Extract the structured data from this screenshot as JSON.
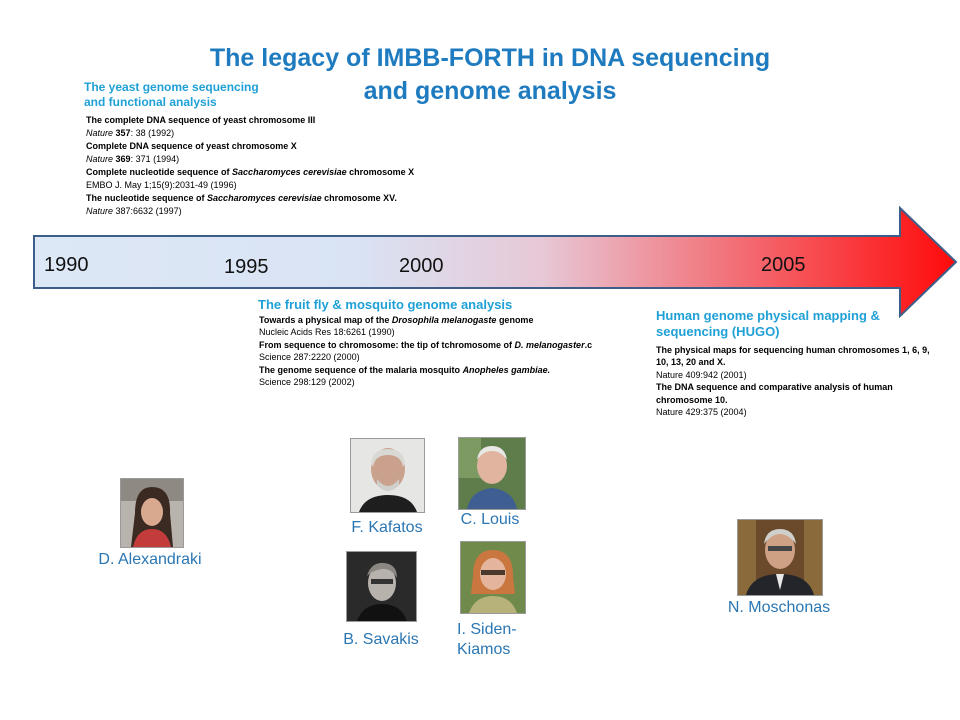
{
  "title": {
    "line1": "The legacy of IMBB-FORTH in DNA sequencing",
    "line2": "and genome analysis"
  },
  "timeline": {
    "years": [
      "1990",
      "1995",
      "2000",
      "2005"
    ],
    "gradient_start": "#dde8f6",
    "gradient_end": "#ff0a0a"
  },
  "yeast": {
    "heading_line1": "The yeast genome sequencing",
    "heading_line2": "and functional analysis",
    "refs": {
      "r1_title": "The complete DNA sequence of yeast chromosome III",
      "r1_journal": "Nature",
      "r1_vol": "357",
      "r1_pages": ": 38 (1992)",
      "r2_title": "Complete DNA sequence of yeast chromosome X",
      "r2_journal": "Nature",
      "r2_vol": "369",
      "r2_pages": ": 371 (1994)",
      "r3_title_a": "Complete nucleotide sequence of",
      "r3_species": "Saccharomyces cerevisiae",
      "r3_title_b": "chromosome X",
      "r3_cite": "EMBO J. May 1;15(9):2031-49 (1996)",
      "r4_title_a": "The nucleotide sequence of",
      "r4_species": "Saccharomyces cerevisiae",
      "r4_title_b": "chromosome XV.",
      "r4_journal": "Nature",
      "r4_cite": "387:6632 (1997)"
    }
  },
  "fly": {
    "heading": "The fruit fly & mosquito genome analysis",
    "refs": {
      "r1_title_a": "Towards a physical map of the",
      "r1_species": "Drosophila melanogaste",
      "r1_title_b": "genome",
      "r1_cite": "Nucleic Acids Res 18:6261 (1990)",
      "r2_title_a": "From sequence to chromosome: the tip of tchromosome of",
      "r2_species": "D.    melanogaster",
      "r2_title_b": ".c",
      "r2_cite": "Science 287:2220 (2000)",
      "r3_title_a": "The genome sequence of the malaria mosquito",
      "r3_species": "Anopheles gambiae.",
      "r3_cite": "Science 298:129 (2002)"
    }
  },
  "human": {
    "heading_line1": "Human genome physical mapping &",
    "heading_line2": "sequencing (HUGO)",
    "refs": {
      "r1_line1": "The physical maps for sequencing human chromosomes 1, 6, 9,",
      "r1_line2": "10, 13, 20 and X.",
      "r1_cite": "Nature 409:942 (2001)",
      "r2_line1": "The DNA sequence and comparative analysis of human",
      "r2_line2": "chromosome 10.",
      "r2_cite": "Nature 429:375 (2004)"
    }
  },
  "people": {
    "alexandraki": "D. Alexandraki",
    "kafatos": "F. Kafatos",
    "louis": "C. Louis",
    "savakis": "B. Savakis",
    "siden_line1": "I. Siden-",
    "siden_line2": "Kiamos",
    "moschonas": "N. Moschonas"
  }
}
